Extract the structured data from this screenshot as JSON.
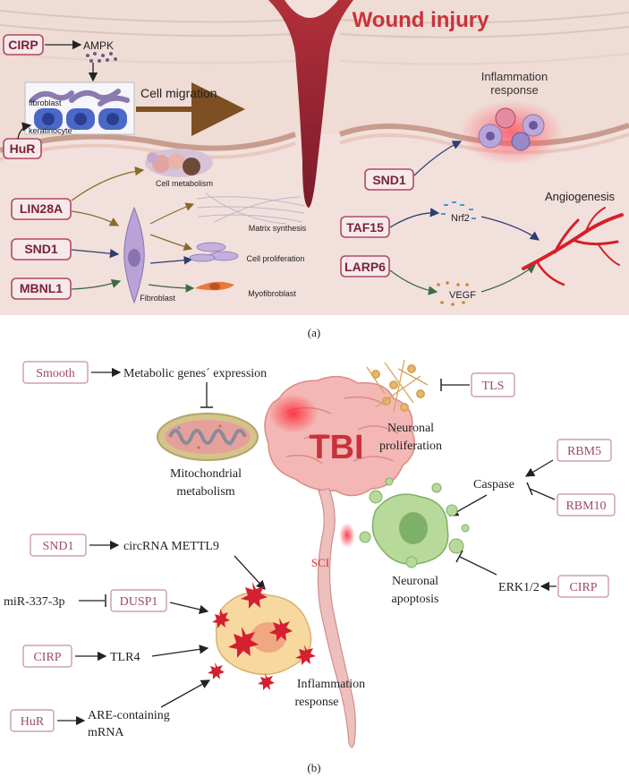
{
  "panel_a": {
    "title": "Wound injury",
    "caption": "(a)",
    "labels": {
      "ampk": "AMPK",
      "fibroblast_top": "fibroblast",
      "keratinocyte": "keratinocyte",
      "cell_migration": "Cell migration",
      "cell_metabolism": "Cell metabolism",
      "matrix_synthesis": "Matrix synthesis",
      "cell_proliferation": "Cell proliferation",
      "myofibroblast": "Myofibroblast",
      "fibroblast": "Fibroblast",
      "inflammation_l1": "Inflammation",
      "inflammation_l2": "response",
      "angiogenesis": "Angiogenesis",
      "nrf2": "Nrf2",
      "vegf": "VEGF"
    },
    "regulators": {
      "cirp": "CIRP",
      "hur": "HuR",
      "lin28a": "LIN28A",
      "snd1_left": "SND1",
      "mbnl1": "MBNL1",
      "snd1_right": "SND1",
      "taf15": "TAF15",
      "larp6": "LARP6"
    }
  },
  "panel_b": {
    "caption": "(b)",
    "tbi": "TBI",
    "sci": "SCI",
    "regulators": {
      "smooth": "Smooth",
      "tls": "TLS",
      "rbm5": "RBM5",
      "rbm10": "RBM10",
      "cirp_right": "CIRP",
      "snd1": "SND1",
      "dusp1": "DUSP1",
      "cirp_left": "CIRP",
      "hur": "HuR"
    },
    "labels": {
      "metabolic_genes": "Metabolic genes´ expression",
      "mito_l1": "Mitochondrial",
      "mito_l2": "metabolism",
      "neur_prolif_l1": "Neuronal",
      "neur_prolif_l2": "proliferation",
      "caspase": "Caspase",
      "neur_apop_l1": "Neuronal",
      "neur_apop_l2": "apoptosis",
      "erk": "ERK1/2",
      "circrna": "circRNA METTL9",
      "mir": "miR-337-3p",
      "tlr4": "TLR4",
      "are_l1": "ARE-containing",
      "are_l2": "mRNA",
      "inflam_l1": "Inflammation",
      "inflam_l2": "response"
    }
  }
}
